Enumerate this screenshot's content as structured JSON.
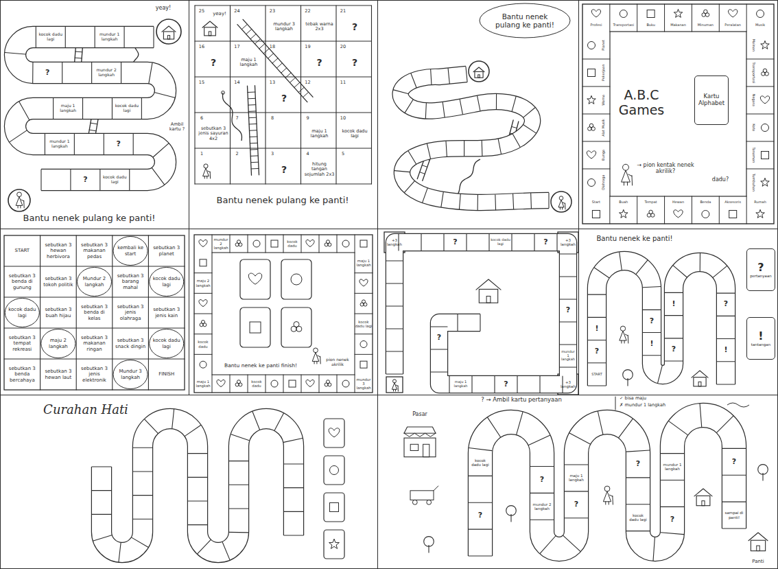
{
  "diagram": {
    "nodes": [
      {
        "text": [
          "Kartu Alphabet"
        ]
      },
      {
        "text": [
          "?",
          "pertanyaan"
        ]
      },
      {
        "text": [
          "!",
          "tantangan"
        ]
      }
    ],
    "labels": [
      "yeay!",
      "Bantu nenek pulang ke panti!",
      "?",
      "kocok dadu lagi",
      "?",
      "mundur 1 langkah",
      "maju 1 langkah",
      "kocok dadu lagi",
      "mundur 2 langkah",
      "?",
      "kocok dadu lagi",
      "mundur 1 langkah",
      "Ambil kartu ?",
      "25",
      "24",
      "23",
      "22",
      "21",
      "16",
      "17",
      "18",
      "19",
      "20",
      "15",
      "14",
      "13",
      "12",
      "11",
      "6",
      "7",
      "8",
      "9",
      "10",
      "1",
      "2",
      "3",
      "4",
      "5",
      "yeay!",
      "mundur 3 langkah",
      "tebak warna 2x3",
      "?",
      "?",
      "maju 1 langkah",
      "?",
      "?",
      "?",
      "sebutkan 3 jenis sayuran 4x2",
      "maju 1 langkah",
      "kocok dadu lagi",
      "?",
      "hitung tangan sejumlah 2x3",
      "Bantu nenek pulang ke panti!",
      "Bantu nenek pulang ke panti!",
      "Profesi",
      "Transportasi",
      "Buku",
      "Makanan",
      "Minuman",
      "Peralatan",
      "Musik",
      "Start",
      "Buah",
      "Tempat",
      "Hewan",
      "Benda",
      "Aksesoris",
      "Rumah",
      "Planet",
      "Pekerjaan",
      "Warna",
      "Alat Musik",
      "Bunga",
      "Olahraga",
      "Mainan",
      "Transportasi",
      "Negara",
      "Kota",
      "Tanaman",
      "Tumbuhan",
      "A.B.C Games",
      "→ pion kentak nenek akrilik?",
      "dadu?",
      "START",
      "sebutkan 3 hewan herbivora",
      "sebutkan 3 makanan pedas",
      "kembali ke start",
      "sebutkan 3 planet",
      "sebutkan 3 benda di gunung",
      "sebutkan 3 tokoh politik",
      "Mundur 2 langkah",
      "sebutkan 3 barang mahal",
      "kocok dadu lagi",
      "kocok dadu lagi",
      "sebutkan 3 buah hijau",
      "sebutkan 3 benda di kelas",
      "sebutkan 3 jenis olahraga",
      "sebutkan 3 jenis kain",
      "sebutkan 3 tempat rekreasi",
      "maju 2 langkah",
      "sebutkan 3 makanan ringan",
      "sebutkan 3 snack dingin",
      "kocok dadu lagi",
      "sebutkan 3 benda bercahaya",
      "sebutkan 3 hewan laut",
      "sebutkan 3 jenis elektronik",
      "Mundur 3 langkah",
      "FINISH",
      "mundur 2 langkah",
      "kocok dadu",
      "maju 1 langkah",
      "kocok dadu lagi",
      "maju 2 langkah",
      "kocok dadu",
      "maju 1 langkah",
      "kocok dadu",
      "mundur 3 langkah",
      "Bantu nenek ke panti finish!",
      "pion nenek akrilik",
      "+3 langkah",
      "+3 langkah",
      "+3 langkah",
      "?",
      "kocok dadu lagi",
      "?",
      "?",
      "mundur 1 langkah",
      "?",
      "maju 1 langkah",
      "?",
      "Bantu nenek ke panti!",
      "START",
      "?",
      "!",
      "?",
      "!",
      "?",
      "!",
      "?",
      "!",
      "Curahan Hati",
      "? → Ambil kartu pertanyaan",
      "✓ bisa maju",
      "✗ mundur 1 langkah",
      "?",
      "kocok dadu lagi",
      "?",
      "mundur 2 langkah",
      "?",
      "maju 1 langkah",
      "?",
      "kocok dadu lagi",
      "?",
      "mundur 1 langkah",
      "?",
      "sampai di panti!",
      "Pasar",
      "Panti"
    ]
  }
}
